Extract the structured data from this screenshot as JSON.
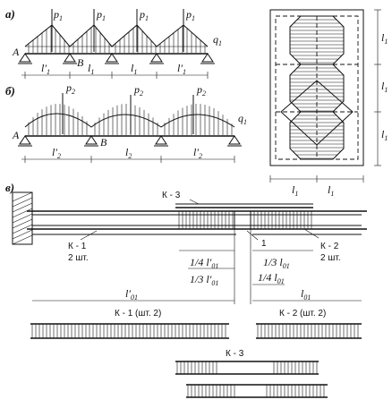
{
  "labels": {
    "a": "а)",
    "b": "б)",
    "v": "в)",
    "A1": "A",
    "B1": "B",
    "A2": "A",
    "B2": "B",
    "p1": [
      "p",
      "p",
      "p",
      "p"
    ],
    "p1_sub": "1",
    "p2": [
      "p",
      "p",
      "p"
    ],
    "p2_sub": "2",
    "q1a": "q",
    "q1b": "q",
    "q_sub": "1",
    "l": "l",
    "sub1": "1",
    "sub2": "2",
    "sub01": "01",
    "prime": "′",
    "k3_top": "К - 3",
    "k1": "К - 1",
    "k1_count": "2 шт.",
    "k2": "К - 2",
    "k2_count": "2 шт.",
    "mark1": "1",
    "quarter": "1/4",
    "third": "1/3",
    "k1_title": "К - 1 (шт. 2)",
    "k2_title": "К - 2 (шт. 2)",
    "k3_title": "К - 3"
  }
}
